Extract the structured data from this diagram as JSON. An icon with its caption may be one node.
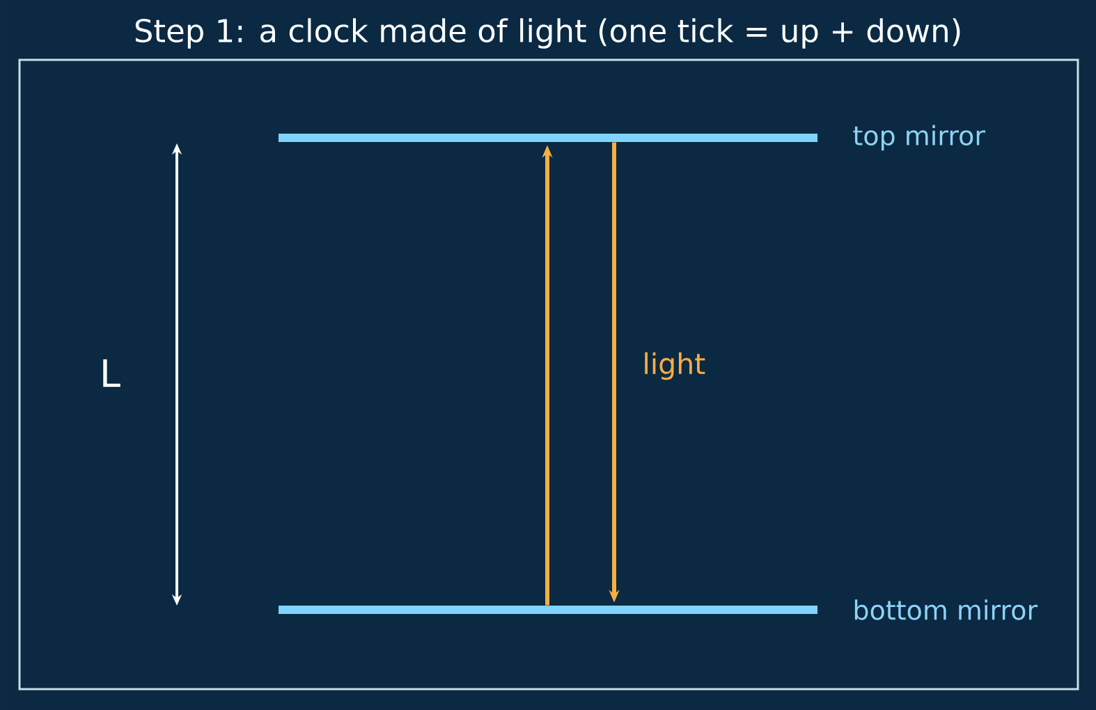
{
  "diagram": {
    "title": "Step 1: a clock made of light (one tick = up + down)",
    "nodes": [
      {
        "text": [],
        "shape": "bar",
        "beside": [
          "top mirror"
        ]
      },
      {
        "text": [],
        "shape": "bar",
        "beside": [
          "bottom mirror"
        ]
      }
    ],
    "edges": [
      {
        "from": 1,
        "to": 0,
        "arrow": "to"
      },
      {
        "from": 0,
        "to": 1,
        "arrow": "to",
        "label": "light"
      }
    ],
    "labels": [
      "L"
    ]
  }
}
